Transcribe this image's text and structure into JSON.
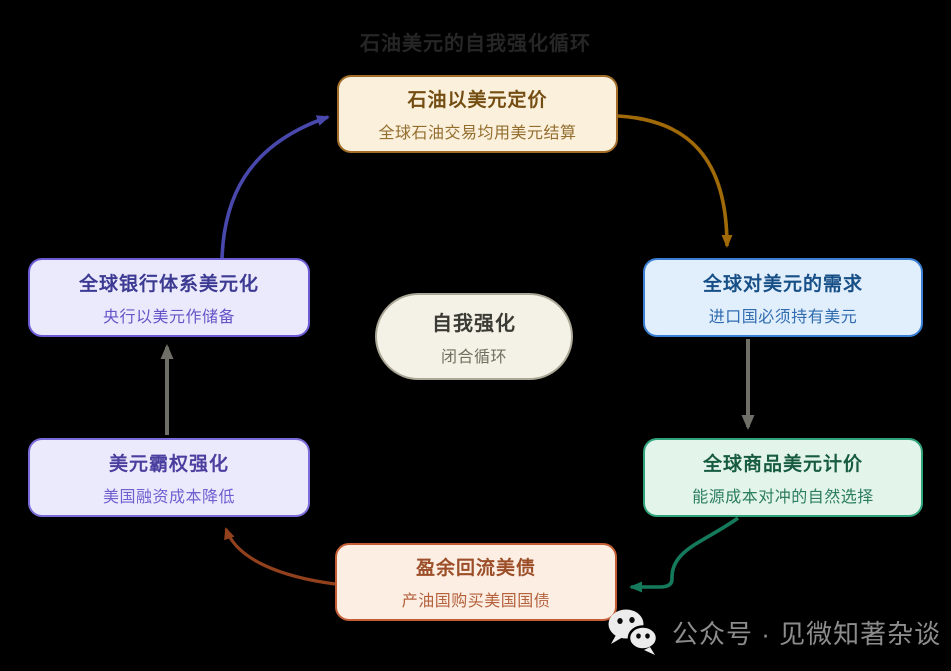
{
  "title": "石油美元的自我强化循环",
  "nodes": {
    "oil_priced": {
      "title": "石油以美元定价",
      "subtitle": "全球石油交易均用美元结算"
    },
    "usd_demand": {
      "title": "全球对美元的需求",
      "subtitle": "进口国必须持有美元"
    },
    "commodity_pricing": {
      "title": "全球商品美元计价",
      "subtitle": "能源成本对冲的自然选择"
    },
    "surplus_recycle": {
      "title": "盈余回流美债",
      "subtitle": "产油国购买美国国债"
    },
    "hegemony": {
      "title": "美元霸权强化",
      "subtitle": "美国融资成本降低"
    },
    "banking": {
      "title": "全球银行体系美元化",
      "subtitle": "央行以美元作储备"
    }
  },
  "center": {
    "title": "自我强化",
    "subtitle": "闭合循环"
  },
  "edges": [
    {
      "from": "banking",
      "to": "oil_priced",
      "color_key": "arrow_purple"
    },
    {
      "from": "oil_priced",
      "to": "usd_demand",
      "color_key": "arrow_orange"
    },
    {
      "from": "usd_demand",
      "to": "commodity_pricing",
      "color_key": "arrow_gray"
    },
    {
      "from": "commodity_pricing",
      "to": "surplus_recycle",
      "color_key": "arrow_teal"
    },
    {
      "from": "surplus_recycle",
      "to": "hegemony",
      "color_key": "arrow_sienna"
    },
    {
      "from": "hegemony",
      "to": "banking",
      "color_key": "arrow_gray"
    }
  ],
  "watermark": {
    "label": "公众号 · 见微知著杂谈",
    "icon": "wechat-icon"
  },
  "colors": {
    "background": "#000000",
    "page_title_text": "#262626",
    "arrow_purple": "#4848ad",
    "arrow_orange": "#a16a08",
    "arrow_gray": "#6f6f68",
    "arrow_teal": "#157a5b",
    "arrow_sienna": "#93411d",
    "watermark_text": "#8c8c8c",
    "node_oil": {
      "fill": "#faf0db",
      "border": "#a16d28",
      "title": "#744d12",
      "subtitle": "#946e2f"
    },
    "node_demand": {
      "fill": "#e1eefb",
      "border": "#3a7fd4",
      "title": "#174f87",
      "subtitle": "#2f6cb0"
    },
    "node_commodity": {
      "fill": "#e3f4eb",
      "border": "#2fa379",
      "title": "#175c40",
      "subtitle": "#2b7d5e"
    },
    "node_surplus": {
      "fill": "#fdeee3",
      "border": "#c25d36",
      "title": "#9b4e28",
      "subtitle": "#b4613c"
    },
    "node_hegemony": {
      "fill": "#ebeafc",
      "border": "#7b6cdb",
      "title": "#4a3f9f",
      "subtitle": "#6f5fd0"
    },
    "node_banking": {
      "fill": "#ebeafc",
      "border": "#6b5cd6",
      "title": "#3c3a92",
      "subtitle": "#6456c8"
    },
    "node_center": {
      "fill": "#f4f2e6",
      "border": "#aba796",
      "title": "#3b3b35",
      "subtitle": "#70705f"
    }
  }
}
